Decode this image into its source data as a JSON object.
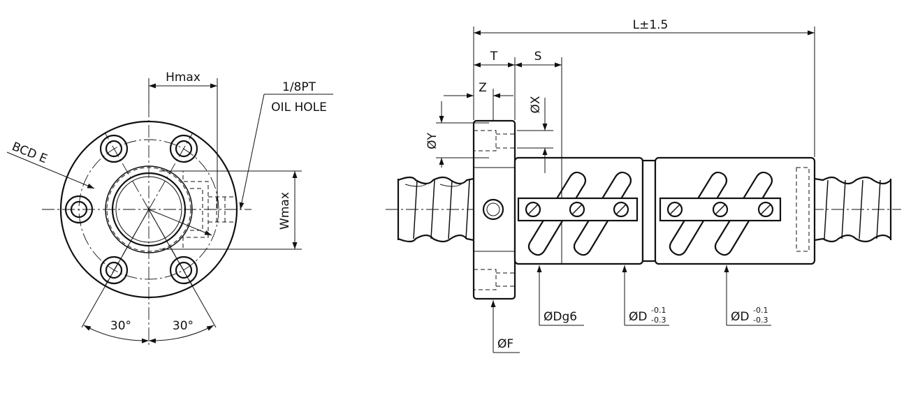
{
  "labels": {
    "hmax": "Hmax",
    "wmax": "Wmax",
    "bcd": "BCD E",
    "oil_hole_size": "1/8PT",
    "oil_hole": "OIL HOLE",
    "angle_left": "30°",
    "angle_right": "30°",
    "length": "L±1.5",
    "t": "T",
    "s": "S",
    "z": "Z",
    "dia_x": "ØX",
    "dia_y": "ØY",
    "dia_f": "ØF",
    "dia_dg6": "ØDg6",
    "dia_d_1": "ØD",
    "tol_upper_1": "-0.1",
    "tol_lower_1": "-0.3",
    "dia_d_2": "ØD",
    "tol_upper_2": "-0.1",
    "tol_lower_2": "-0.3"
  }
}
